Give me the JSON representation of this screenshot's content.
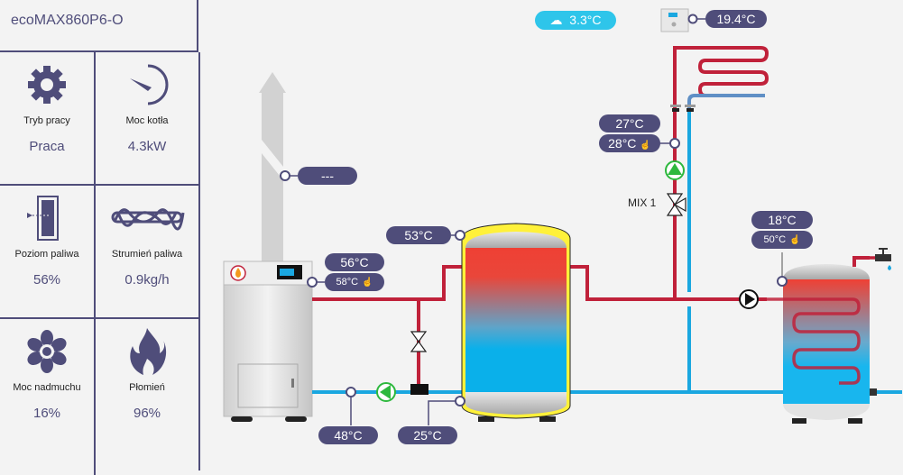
{
  "sidebar": {
    "title": "ecoMAX860P6-O",
    "tiles": [
      {
        "icon": "gear-icon",
        "label": "Tryb pracy",
        "value": "Praca"
      },
      {
        "icon": "gauge-icon",
        "label": "Moc kotła",
        "value": "4.3kW"
      },
      {
        "icon": "fuel-level-icon",
        "label": "Poziom paliwa",
        "value": "56%"
      },
      {
        "icon": "feeder-screw-icon",
        "label": "Strumień paliwa",
        "value": "0.9kg/h"
      },
      {
        "icon": "fan-icon",
        "label": "Moc nadmuchu",
        "value": "16%"
      },
      {
        "icon": "flame-icon",
        "label": "Płomień",
        "value": "96%"
      }
    ]
  },
  "scheme": {
    "outdoor_temp": "3.3°C",
    "room_temp": "19.4°C",
    "flue_temp": "---",
    "boiler_temp": "56°C",
    "boiler_set": "58°C",
    "return_temp": "48°C",
    "buffer_top_temp": "53°C",
    "buffer_bottom_temp": "25°C",
    "mix1_temp": "27°C",
    "mix1_set": "28°C",
    "mix1_label": "MIX 1",
    "dhw_temp": "18°C",
    "dhw_set": "50°C",
    "hand_icon": "☝"
  },
  "colors": {
    "accent": "#4f4d7a",
    "hot": "#c0213a",
    "cold": "#1aa7e0",
    "outdoor": "#2ec5ea",
    "pump": "#2db83d"
  }
}
